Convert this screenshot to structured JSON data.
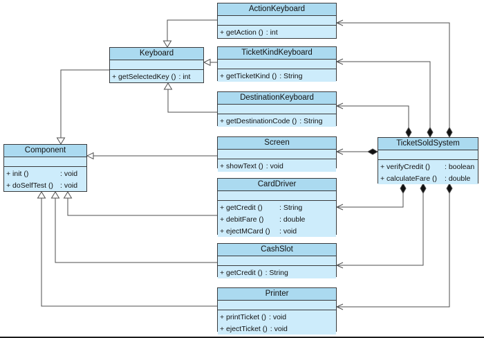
{
  "diagram": {
    "kind": "uml-class-diagram",
    "colors": {
      "class_title_fill": "#abdaf0",
      "class_body_fill": "#cdecfb",
      "class_border": "#38393b",
      "connector_line": "#4d4d4d",
      "composition_diamond": "#111111"
    }
  },
  "classes": {
    "action_keyboard": {
      "name": "ActionKeyboard",
      "methods": [
        {
          "sig": "+ getAction ()",
          "ret": ": int"
        }
      ]
    },
    "keyboard": {
      "name": "Keyboard",
      "methods": [
        {
          "sig": "+ getSelectedKey ()",
          "ret": ": int"
        }
      ]
    },
    "ticket_kind_keyboard": {
      "name": "TicketKindKeyboard",
      "methods": [
        {
          "sig": "+ getTicketKind ()",
          "ret": ": String"
        }
      ]
    },
    "destination_keyboard": {
      "name": "DestinationKeyboard",
      "methods": [
        {
          "sig": "+ getDestinationCode ()",
          "ret": ": String"
        }
      ]
    },
    "component": {
      "name": "Component",
      "methods": [
        {
          "sig": "+ init ()",
          "ret": ": void"
        },
        {
          "sig": "+ doSelfTest ()",
          "ret": ": void"
        }
      ]
    },
    "screen": {
      "name": "Screen",
      "methods": [
        {
          "sig": "+ showText ()",
          "ret": ": void"
        }
      ]
    },
    "ticket_sold_system": {
      "name": "TicketSoldSystem",
      "methods": [
        {
          "sig": "+ verifyCredit ()",
          "ret": ": boolean"
        },
        {
          "sig": "+ calculateFare ()",
          "ret": ": double"
        }
      ]
    },
    "card_driver": {
      "name": "CardDriver",
      "methods": [
        {
          "sig": "+ getCredit ()",
          "ret": ": String"
        },
        {
          "sig": "+ debitFare ()",
          "ret": ": double"
        },
        {
          "sig": "+ ejectMCard ()",
          "ret": ": void"
        }
      ]
    },
    "cash_slot": {
      "name": "CashSlot",
      "methods": [
        {
          "sig": "+ getCredit ()",
          "ret": ": String"
        }
      ]
    },
    "printer": {
      "name": "Printer",
      "methods": [
        {
          "sig": "+ printTicket ()",
          "ret": ": void"
        },
        {
          "sig": "+ ejectTicket ()",
          "ret": ": void"
        }
      ]
    }
  },
  "relationships": {
    "generalizations": [
      {
        "from": "ActionKeyboard",
        "to": "Keyboard"
      },
      {
        "from": "TicketKindKeyboard",
        "to": "Keyboard"
      },
      {
        "from": "DestinationKeyboard",
        "to": "Keyboard"
      },
      {
        "from": "Keyboard",
        "to": "Component"
      },
      {
        "from": "Screen",
        "to": "Component"
      },
      {
        "from": "CardDriver",
        "to": "Component"
      },
      {
        "from": "CashSlot",
        "to": "Component"
      },
      {
        "from": "Printer",
        "to": "Component"
      }
    ],
    "compositions": [
      {
        "owner": "TicketSoldSystem",
        "part": "ActionKeyboard"
      },
      {
        "owner": "TicketSoldSystem",
        "part": "TicketKindKeyboard"
      },
      {
        "owner": "TicketSoldSystem",
        "part": "DestinationKeyboard"
      },
      {
        "owner": "TicketSoldSystem",
        "part": "Screen"
      },
      {
        "owner": "TicketSoldSystem",
        "part": "CardDriver"
      },
      {
        "owner": "TicketSoldSystem",
        "part": "CashSlot"
      },
      {
        "owner": "TicketSoldSystem",
        "part": "Printer"
      }
    ]
  }
}
